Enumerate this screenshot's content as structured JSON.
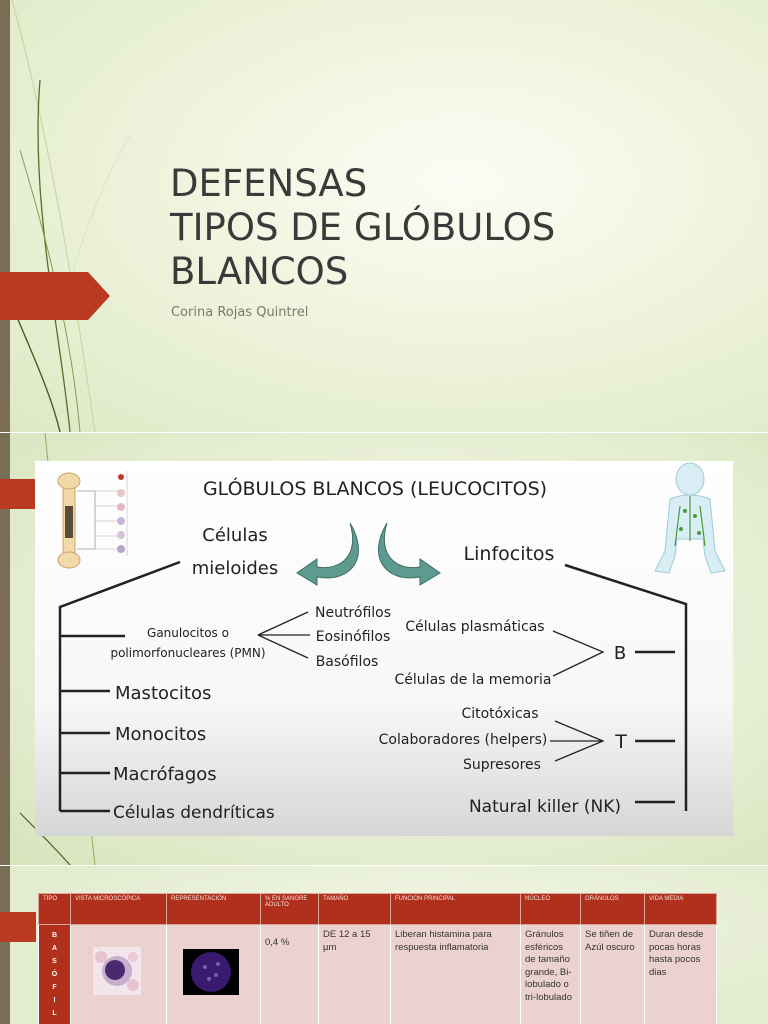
{
  "slide1": {
    "title_lines": [
      "DEFENSAS",
      "TIPOS DE GLÓBULOS",
      "BLANCOS"
    ],
    "author": "Corina Rojas Quintrel"
  },
  "slide2": {
    "title": "GLÓBULOS BLANCOS (LEUCOCITOS)",
    "myeloid_label": [
      "Células",
      "mieloides"
    ],
    "lymph_label": "Linfocitos",
    "granulocytes": [
      "Ganulocitos o",
      "polimorfonucleares (PMN)"
    ],
    "granulocyte_types": [
      "Neutrófilos",
      "Eosinófilos",
      "Basófilos"
    ],
    "myeloid_items": [
      "Mastocitos",
      "Monocitos",
      "Macrófagos",
      "Células dendríticas"
    ],
    "b_cells": [
      "Células plasmáticas",
      "Células de la memoria"
    ],
    "b_label": "B",
    "t_cells": [
      "Citotóxicas",
      "Colaboradores (helpers)",
      "Supresores"
    ],
    "t_label": "T",
    "nk_label": "Natural killer (NK)",
    "arrow_color": "#5e9a8f"
  },
  "slide3": {
    "headers": [
      "TIPO",
      "VISTA MICROSCÓPICA",
      "REPRESENTACIÓN",
      "% EN SANGRE ADULTO",
      "TAMAÑO",
      "FUNCIÓN PRINCIPAL",
      "NÚCLEO",
      "GRÁNULOS",
      "VIDA MEDIA"
    ],
    "row": {
      "tipo_letters": [
        "B",
        "A",
        "S",
        "Ó",
        "F",
        "I",
        "L"
      ],
      "percent": "0,4 %",
      "size": "DE 12 a 15 µm",
      "function": "Liberan histamina para respuesta inflamatoria",
      "nucleus": "Gránulos esféricos de tamaño grande, Bi-lobulado o tri-lobulado",
      "granules": "Se tiñen de Azúl oscuro",
      "lifespan": "Duran desde pocas horas hasta pocos dias"
    }
  },
  "colors": {
    "accent": "#b93a20",
    "bar": "#7a6d55",
    "table_header": "#b0301c",
    "table_cell": "#ecd2cf"
  }
}
